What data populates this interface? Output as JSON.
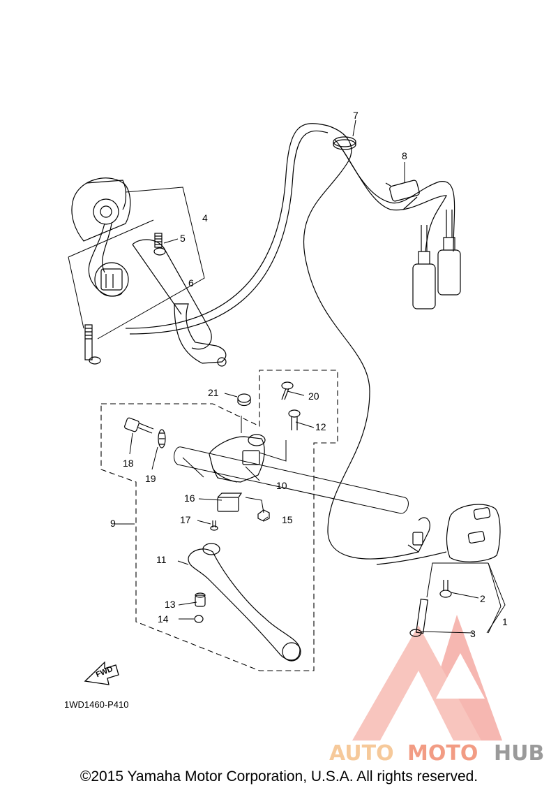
{
  "callouts": [
    "1",
    "2",
    "3",
    "4",
    "5",
    "6",
    "7",
    "8",
    "9",
    "10",
    "11",
    "12",
    "13",
    "14",
    "15",
    "16",
    "17",
    "18",
    "19",
    "20",
    "21"
  ],
  "fwd_label": "FWD",
  "part_number": "1WD1460-P410",
  "watermark": {
    "word_a": "AUTO",
    "word_b": "MOTO",
    "word_c": "HUB",
    "colors": {
      "a": "#f6c99a",
      "b": "#f29c84",
      "c": "#9a9a9a",
      "logo": "#f08a80"
    }
  },
  "copyright": "©2015 Yamaha Motor Corporation, U.S.A. All rights reserved."
}
